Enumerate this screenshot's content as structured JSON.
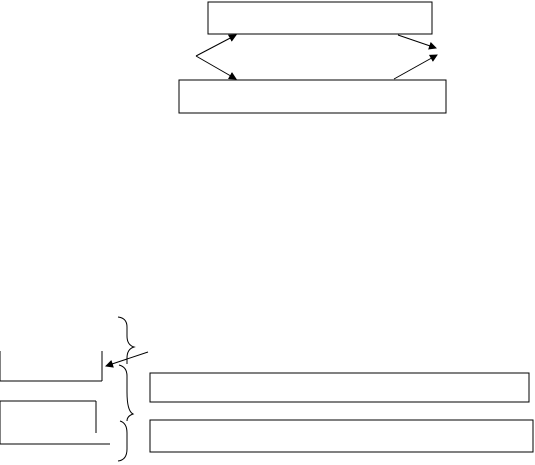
{
  "diagram": {
    "top_section": {
      "boxes": [
        "upper-box",
        "lower-box"
      ],
      "connectors": [
        "forked-arrow-left",
        "arrow-right-up",
        "arrow-right-down"
      ]
    },
    "bottom_section": {
      "brackets": [
        "bracket-top",
        "bracket-middle",
        "bracket-bottom"
      ],
      "boxes": [
        "left-box-top",
        "left-box-bottom",
        "right-box-top",
        "right-box-bottom"
      ]
    },
    "colors": {
      "stroke": "#000000",
      "background": "#ffffff"
    }
  }
}
